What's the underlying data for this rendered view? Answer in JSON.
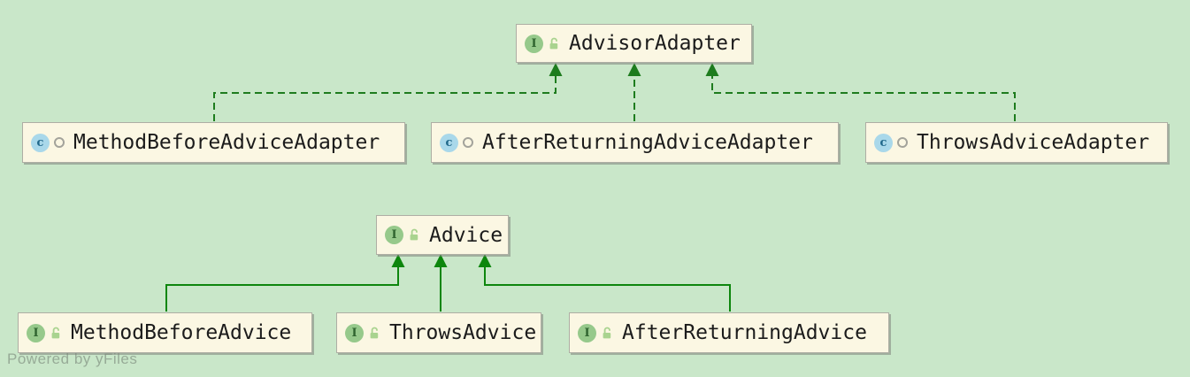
{
  "diagram": {
    "type": "uml-class-diagram",
    "watermark": "Powered by yFiles",
    "colors": {
      "background": "#c9e7c9",
      "node_fill": "#fbf7e3",
      "node_border": "#aeaea4",
      "edge_implements": "#1e7c1e",
      "edge_extends": "#0d860d",
      "interface_icon_fill": "#96c98b",
      "interface_icon_letter": "#2f642f",
      "class_icon_fill": "#a9d8ea",
      "class_icon_letter": "#20688a",
      "text": "#1b1b1b"
    },
    "nodes": [
      {
        "id": "AdvisorAdapter",
        "label": "AdvisorAdapter",
        "kind": "interface",
        "icon": "interface-icon",
        "visibility_icon": "public-unlocked-icon"
      },
      {
        "id": "MethodBeforeAdviceAdapter",
        "label": "MethodBeforeAdviceAdapter",
        "kind": "class",
        "icon": "class-icon",
        "visibility_icon": "package-private-icon"
      },
      {
        "id": "AfterReturningAdviceAdapter",
        "label": "AfterReturningAdviceAdapter",
        "kind": "class",
        "icon": "class-icon",
        "visibility_icon": "package-private-icon"
      },
      {
        "id": "ThrowsAdviceAdapter",
        "label": "ThrowsAdviceAdapter",
        "kind": "class",
        "icon": "class-icon",
        "visibility_icon": "package-private-icon"
      },
      {
        "id": "Advice",
        "label": "Advice",
        "kind": "interface",
        "icon": "interface-icon",
        "visibility_icon": "public-unlocked-icon"
      },
      {
        "id": "MethodBeforeAdvice",
        "label": "MethodBeforeAdvice",
        "kind": "interface",
        "icon": "interface-icon",
        "visibility_icon": "public-unlocked-icon"
      },
      {
        "id": "ThrowsAdvice",
        "label": "ThrowsAdvice",
        "kind": "interface",
        "icon": "interface-icon",
        "visibility_icon": "public-unlocked-icon"
      },
      {
        "id": "AfterReturningAdvice",
        "label": "AfterReturningAdvice",
        "kind": "interface",
        "icon": "interface-icon",
        "visibility_icon": "public-unlocked-icon"
      }
    ],
    "edges": [
      {
        "from": "MethodBeforeAdviceAdapter",
        "to": "AdvisorAdapter",
        "relation": "implements",
        "line": "dashed"
      },
      {
        "from": "AfterReturningAdviceAdapter",
        "to": "AdvisorAdapter",
        "relation": "implements",
        "line": "dashed"
      },
      {
        "from": "ThrowsAdviceAdapter",
        "to": "AdvisorAdapter",
        "relation": "implements",
        "line": "dashed"
      },
      {
        "from": "MethodBeforeAdvice",
        "to": "Advice",
        "relation": "extends",
        "line": "solid"
      },
      {
        "from": "ThrowsAdvice",
        "to": "Advice",
        "relation": "extends",
        "line": "solid"
      },
      {
        "from": "AfterReturningAdvice",
        "to": "Advice",
        "relation": "extends",
        "line": "solid"
      }
    ]
  }
}
